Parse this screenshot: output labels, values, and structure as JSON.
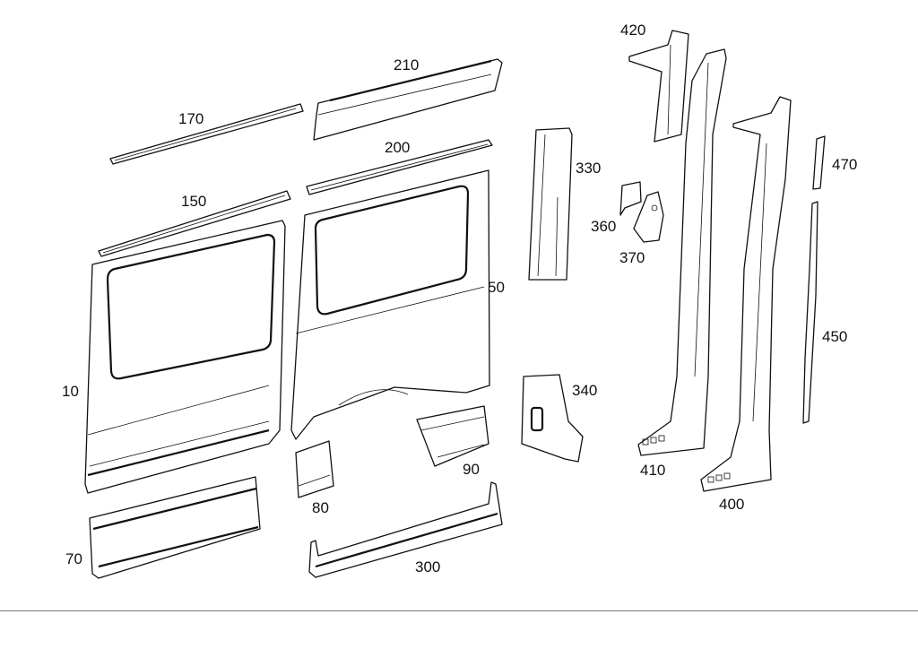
{
  "diagram": {
    "type": "exploded-parts-diagram",
    "subject": "van side body panels",
    "parts": [
      {
        "id": "10",
        "label": "10",
        "name": "side-panel-front"
      },
      {
        "id": "50",
        "label": "50",
        "name": "side-panel-rear"
      },
      {
        "id": "70",
        "label": "70",
        "name": "lower-sill-panel-front"
      },
      {
        "id": "80",
        "label": "80",
        "name": "wheel-arch-front-repair-piece"
      },
      {
        "id": "90",
        "label": "90",
        "name": "wheel-arch-rear-repair-piece"
      },
      {
        "id": "150",
        "label": "150",
        "name": "roof-rail-front"
      },
      {
        "id": "170",
        "label": "170",
        "name": "roof-rail-strip-front"
      },
      {
        "id": "200",
        "label": "200",
        "name": "roof-rail-rear"
      },
      {
        "id": "210",
        "label": "210",
        "name": "roof-rail-cover-rear"
      },
      {
        "id": "300",
        "label": "300",
        "name": "rocker-sill"
      },
      {
        "id": "330",
        "label": "330",
        "name": "pillar-reinforcement"
      },
      {
        "id": "340",
        "label": "340",
        "name": "corner-panel"
      },
      {
        "id": "360",
        "label": "360",
        "name": "bracket-small"
      },
      {
        "id": "370",
        "label": "370",
        "name": "bracket-plate"
      },
      {
        "id": "400",
        "label": "400",
        "name": "pillar-inner-rear"
      },
      {
        "id": "410",
        "label": "410",
        "name": "pillar-inner-front"
      },
      {
        "id": "420",
        "label": "420",
        "name": "pillar-upper-section"
      },
      {
        "id": "450",
        "label": "450",
        "name": "strip-long"
      },
      {
        "id": "470",
        "label": "470",
        "name": "strip-short"
      }
    ]
  }
}
